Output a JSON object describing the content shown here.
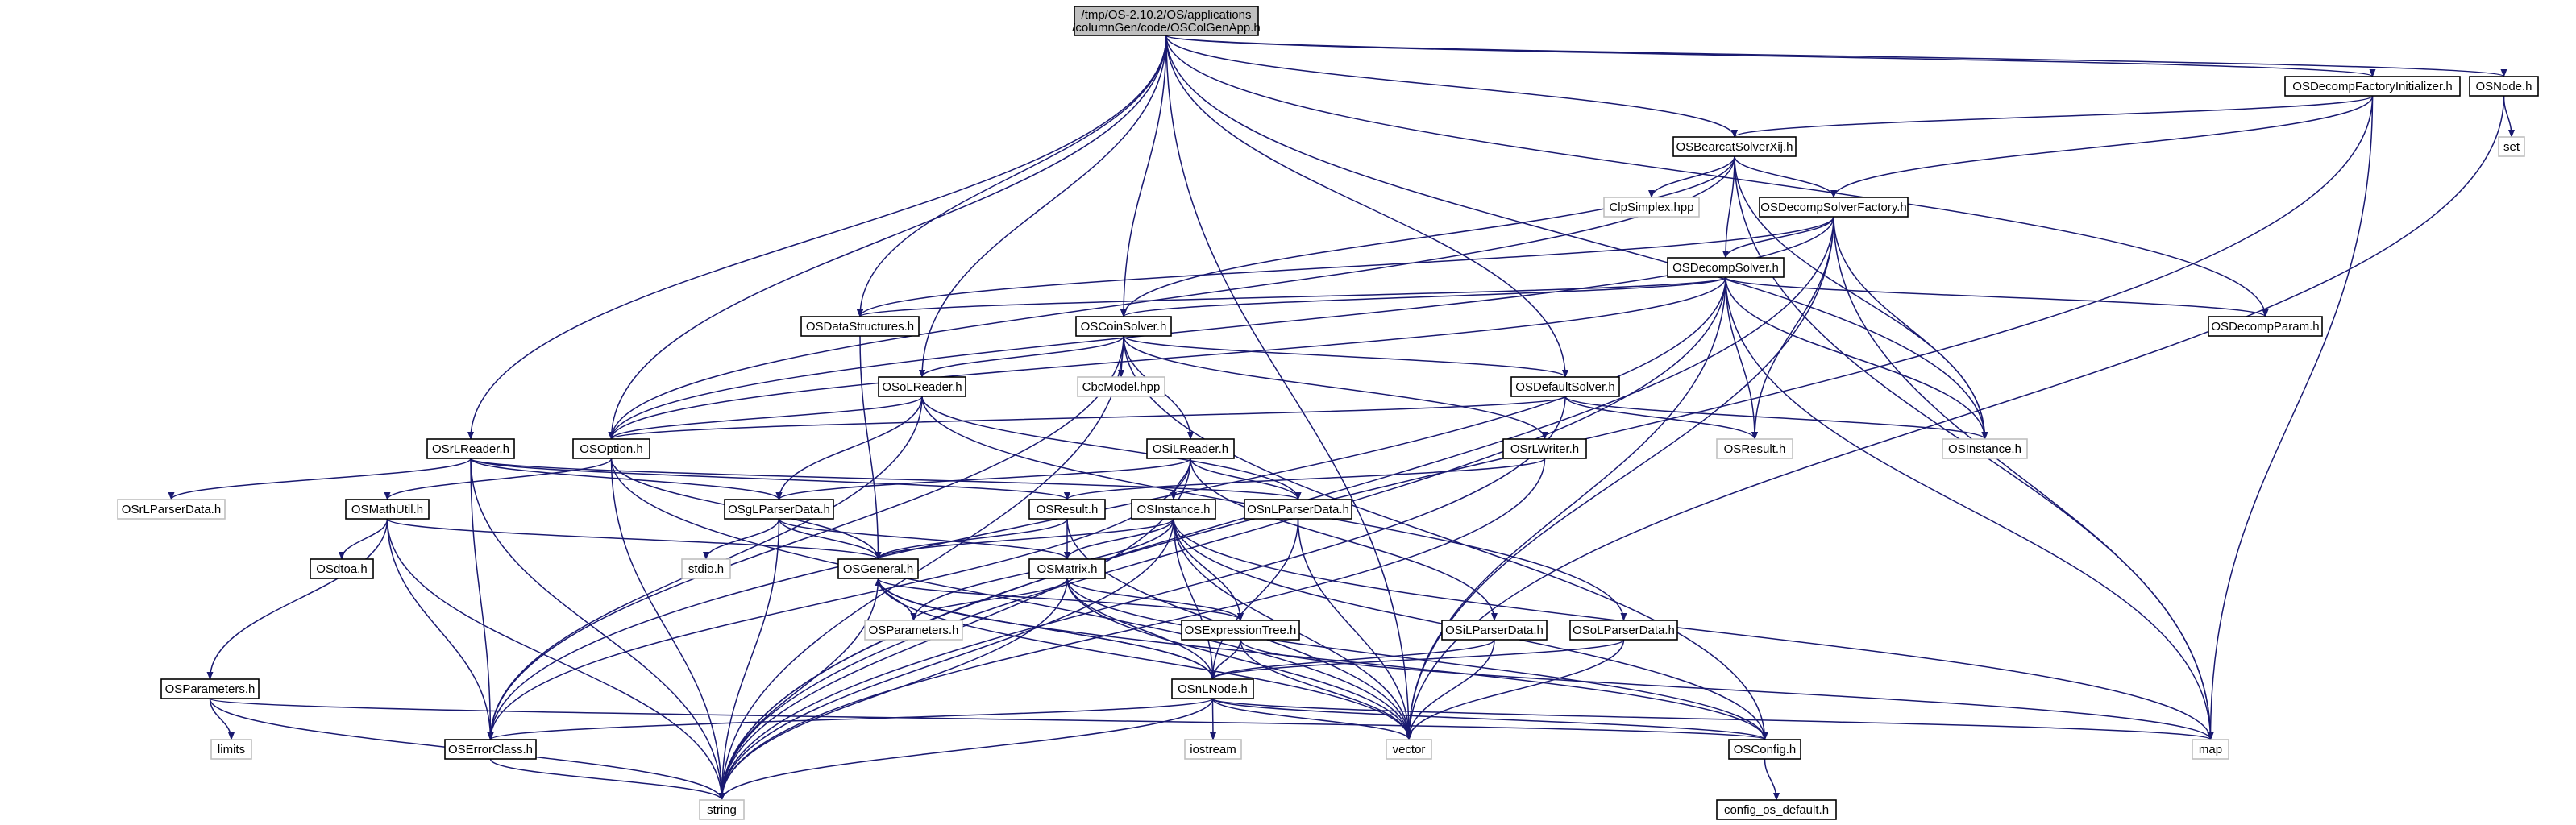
{
  "diagram": {
    "type": "include-dependency-graph",
    "colors": {
      "edge": "#191970",
      "root_fill": "#bfbfbf",
      "system_border": "#bfbfbf",
      "header_border": "#000000",
      "background": "#ffffff"
    },
    "root": "OSColGenApp.h",
    "nodes": [
      {
        "id": "OSColGenApp.h",
        "lines": [
          "/tmp/OS-2.10.2/OS/applications",
          "/columnGen/code/OSColGenApp.h"
        ],
        "kind": "root"
      },
      {
        "id": "OSDecompFactoryInitializer.h",
        "lines": [
          "OSDecompFactoryInitializer.h"
        ],
        "kind": "header"
      },
      {
        "id": "OSNode.h",
        "lines": [
          "OSNode.h"
        ],
        "kind": "header"
      },
      {
        "id": "OSBearcatSolverXij.h",
        "lines": [
          "OSBearcatSolverXij.h"
        ],
        "kind": "header"
      },
      {
        "id": "set",
        "lines": [
          "set"
        ],
        "kind": "system"
      },
      {
        "id": "ClpSimplex.hpp",
        "lines": [
          "ClpSimplex.hpp"
        ],
        "kind": "system"
      },
      {
        "id": "OSDecompSolverFactory.h",
        "lines": [
          "OSDecompSolverFactory.h"
        ],
        "kind": "header"
      },
      {
        "id": "OSDecompSolver.h",
        "lines": [
          "OSDecompSolver.h"
        ],
        "kind": "header"
      },
      {
        "id": "OSDataStructures.h",
        "lines": [
          "OSDataStructures.h"
        ],
        "kind": "header"
      },
      {
        "id": "OSCoinSolver.h",
        "lines": [
          "OSCoinSolver.h"
        ],
        "kind": "header"
      },
      {
        "id": "OSDecompParam.h",
        "lines": [
          "OSDecompParam.h"
        ],
        "kind": "header"
      },
      {
        "id": "OSoLReader.h",
        "lines": [
          "OSoLReader.h"
        ],
        "kind": "header"
      },
      {
        "id": "CbcModel.hpp",
        "lines": [
          "CbcModel.hpp"
        ],
        "kind": "system"
      },
      {
        "id": "OSDefaultSolver.h",
        "lines": [
          "OSDefaultSolver.h"
        ],
        "kind": "header"
      },
      {
        "id": "OSrLReader.h",
        "lines": [
          "OSrLReader.h"
        ],
        "kind": "header"
      },
      {
        "id": "OSOption.h",
        "lines": [
          "OSOption.h"
        ],
        "kind": "header"
      },
      {
        "id": "OSiLReader.h",
        "lines": [
          "OSiLReader.h"
        ],
        "kind": "header"
      },
      {
        "id": "OSrLWriter.h",
        "lines": [
          "OSrLWriter.h"
        ],
        "kind": "header"
      },
      {
        "id": "OSResult.h (right)",
        "lines": [
          "OSResult.h"
        ],
        "kind": "system"
      },
      {
        "id": "OSInstance.h (right)",
        "lines": [
          "OSInstance.h"
        ],
        "kind": "system"
      },
      {
        "id": "OSrLParserData.h",
        "lines": [
          "OSrLParserData.h"
        ],
        "kind": "system"
      },
      {
        "id": "OSMathUtil.h",
        "lines": [
          "OSMathUtil.h"
        ],
        "kind": "header"
      },
      {
        "id": "OSgLParserData.h",
        "lines": [
          "OSgLParserData.h"
        ],
        "kind": "header"
      },
      {
        "id": "OSResult.h",
        "lines": [
          "OSResult.h"
        ],
        "kind": "header"
      },
      {
        "id": "OSnLParserData.h",
        "lines": [
          "OSnLParserData.h"
        ],
        "kind": "header"
      },
      {
        "id": "OSInstance.h",
        "lines": [
          "OSInstance.h"
        ],
        "kind": "header"
      },
      {
        "id": "OSdtoa.h",
        "lines": [
          "OSdtoa.h"
        ],
        "kind": "header"
      },
      {
        "id": "stdio.h",
        "lines": [
          "stdio.h"
        ],
        "kind": "system"
      },
      {
        "id": "OSGeneral.h",
        "lines": [
          "OSGeneral.h"
        ],
        "kind": "header"
      },
      {
        "id": "OSMatrix.h",
        "lines": [
          "OSMatrix.h"
        ],
        "kind": "header"
      },
      {
        "id": "OSParameters.h (mid)",
        "lines": [
          "OSParameters.h"
        ],
        "kind": "system"
      },
      {
        "id": "OSiLParserData.h",
        "lines": [
          "OSiLParserData.h"
        ],
        "kind": "header"
      },
      {
        "id": "OSoLParserData.h",
        "lines": [
          "OSoLParserData.h"
        ],
        "kind": "header"
      },
      {
        "id": "OSExpressionTree.h",
        "lines": [
          "OSExpressionTree.h"
        ],
        "kind": "header"
      },
      {
        "id": "OSParameters.h",
        "lines": [
          "OSParameters.h"
        ],
        "kind": "header"
      },
      {
        "id": "OSnLNode.h",
        "lines": [
          "OSnLNode.h"
        ],
        "kind": "header"
      },
      {
        "id": "limits",
        "lines": [
          "limits"
        ],
        "kind": "system"
      },
      {
        "id": "OSErrorClass.h",
        "lines": [
          "OSErrorClass.h"
        ],
        "kind": "header"
      },
      {
        "id": "iostream",
        "lines": [
          "iostream"
        ],
        "kind": "system"
      },
      {
        "id": "vector",
        "lines": [
          "vector"
        ],
        "kind": "system"
      },
      {
        "id": "OSConfig.h",
        "lines": [
          "OSConfig.h"
        ],
        "kind": "header"
      },
      {
        "id": "map",
        "lines": [
          "map"
        ],
        "kind": "system"
      },
      {
        "id": "string",
        "lines": [
          "string"
        ],
        "kind": "system"
      },
      {
        "id": "config_os_default.h",
        "lines": [
          "config_os_default.h"
        ],
        "kind": "header"
      }
    ],
    "edges": [
      [
        "OSColGenApp.h",
        "OSDecompFactoryInitializer.h"
      ],
      [
        "OSColGenApp.h",
        "OSNode.h"
      ],
      [
        "OSColGenApp.h",
        "OSBearcatSolverXij.h"
      ],
      [
        "OSColGenApp.h",
        "OSDecompParam.h"
      ],
      [
        "OSColGenApp.h",
        "OSDataStructures.h"
      ],
      [
        "OSColGenApp.h",
        "OSCoinSolver.h"
      ],
      [
        "OSColGenApp.h",
        "OSoLReader.h"
      ],
      [
        "OSColGenApp.h",
        "OSDefaultSolver.h"
      ],
      [
        "OSColGenApp.h",
        "OSrLReader.h"
      ],
      [
        "OSColGenApp.h",
        "OSOption.h"
      ],
      [
        "OSColGenApp.h",
        "OSInstance.h (right)"
      ],
      [
        "OSColGenApp.h",
        "vector"
      ],
      [
        "OSDecompFactoryInitializer.h",
        "OSBearcatSolverXij.h"
      ],
      [
        "OSDecompFactoryInitializer.h",
        "OSDecompSolverFactory.h"
      ],
      [
        "OSDecompFactoryInitializer.h",
        "map"
      ],
      [
        "OSDecompFactoryInitializer.h",
        "string"
      ],
      [
        "OSNode.h",
        "set"
      ],
      [
        "OSNode.h",
        "vector"
      ],
      [
        "OSBearcatSolverXij.h",
        "ClpSimplex.hpp"
      ],
      [
        "OSBearcatSolverXij.h",
        "OSDecompSolverFactory.h"
      ],
      [
        "OSBearcatSolverXij.h",
        "OSDecompSolver.h"
      ],
      [
        "OSBearcatSolverXij.h",
        "OSOption.h"
      ],
      [
        "OSBearcatSolverXij.h",
        "OSCoinSolver.h"
      ],
      [
        "OSBearcatSolverXij.h",
        "OSInstance.h (right)"
      ],
      [
        "OSBearcatSolverXij.h",
        "map"
      ],
      [
        "OSDecompSolverFactory.h",
        "OSDecompSolver.h"
      ],
      [
        "OSDecompSolverFactory.h",
        "OSDataStructures.h"
      ],
      [
        "OSDecompSolverFactory.h",
        "OSOption.h"
      ],
      [
        "OSDecompSolverFactory.h",
        "OSResult.h (right)"
      ],
      [
        "OSDecompSolverFactory.h",
        "OSInstance.h (right)"
      ],
      [
        "OSDecompSolverFactory.h",
        "vector"
      ],
      [
        "OSDecompSolverFactory.h",
        "map"
      ],
      [
        "OSDecompSolverFactory.h",
        "string"
      ],
      [
        "OSDecompSolver.h",
        "OSDataStructures.h"
      ],
      [
        "OSDecompSolver.h",
        "OSCoinSolver.h"
      ],
      [
        "OSDecompSolver.h",
        "OSDecompParam.h"
      ],
      [
        "OSDecompSolver.h",
        "OSOption.h"
      ],
      [
        "OSDecompSolver.h",
        "OSErrorClass.h"
      ],
      [
        "OSDecompSolver.h",
        "OSResult.h (right)"
      ],
      [
        "OSDecompSolver.h",
        "OSInstance.h (right)"
      ],
      [
        "OSDecompSolver.h",
        "vector"
      ],
      [
        "OSDecompSolver.h",
        "map"
      ],
      [
        "OSDecompSolver.h",
        "string"
      ],
      [
        "OSDataStructures.h",
        "OSGeneral.h"
      ],
      [
        "OSCoinSolver.h",
        "OSoLReader.h"
      ],
      [
        "OSCoinSolver.h",
        "CbcModel.hpp"
      ],
      [
        "OSCoinSolver.h",
        "OSDefaultSolver.h"
      ],
      [
        "OSCoinSolver.h",
        "OSiLReader.h"
      ],
      [
        "OSCoinSolver.h",
        "OSrLWriter.h"
      ],
      [
        "OSCoinSolver.h",
        "OSErrorClass.h"
      ],
      [
        "OSCoinSolver.h",
        "OSConfig.h"
      ],
      [
        "OSCoinSolver.h",
        "string"
      ],
      [
        "OSoLReader.h",
        "OSOption.h"
      ],
      [
        "OSoLReader.h",
        "OSgLParserData.h"
      ],
      [
        "OSoLReader.h",
        "OSoLParserData.h"
      ],
      [
        "OSoLReader.h",
        "OSnLParserData.h"
      ],
      [
        "OSoLReader.h",
        "OSErrorClass.h"
      ],
      [
        "OSDefaultSolver.h",
        "OSOption.h"
      ],
      [
        "OSDefaultSolver.h",
        "OSResult.h (right)"
      ],
      [
        "OSDefaultSolver.h",
        "OSInstance.h (right)"
      ],
      [
        "OSDefaultSolver.h",
        "string"
      ],
      [
        "OSrLReader.h",
        "OSrLParserData.h"
      ],
      [
        "OSrLReader.h",
        "OSgLParserData.h"
      ],
      [
        "OSrLReader.h",
        "OSnLParserData.h"
      ],
      [
        "OSrLReader.h",
        "OSErrorClass.h"
      ],
      [
        "OSrLReader.h",
        "OSResult.h"
      ],
      [
        "OSrLReader.h",
        "string"
      ],
      [
        "OSOption.h",
        "OSMathUtil.h"
      ],
      [
        "OSOption.h",
        "OSGeneral.h"
      ],
      [
        "OSOption.h",
        "vector"
      ],
      [
        "OSOption.h",
        "string"
      ],
      [
        "OSiLReader.h",
        "OSgLParserData.h"
      ],
      [
        "OSiLReader.h",
        "OSInstance.h"
      ],
      [
        "OSiLReader.h",
        "OSiLParserData.h"
      ],
      [
        "OSiLReader.h",
        "OSnLParserData.h"
      ],
      [
        "OSiLReader.h",
        "OSErrorClass.h"
      ],
      [
        "OSiLReader.h",
        "string"
      ],
      [
        "OSrLWriter.h",
        "OSResult.h"
      ],
      [
        "OSrLWriter.h",
        "string"
      ],
      [
        "OSMathUtil.h",
        "OSdtoa.h"
      ],
      [
        "OSMathUtil.h",
        "OSParameters.h"
      ],
      [
        "OSMathUtil.h",
        "OSGeneral.h"
      ],
      [
        "OSMathUtil.h",
        "OSErrorClass.h"
      ],
      [
        "OSMathUtil.h",
        "string"
      ],
      [
        "OSgLParserData.h",
        "stdio.h"
      ],
      [
        "OSgLParserData.h",
        "OSGeneral.h"
      ],
      [
        "OSgLParserData.h",
        "OSMatrix.h"
      ],
      [
        "OSgLParserData.h",
        "string"
      ],
      [
        "OSResult.h",
        "OSGeneral.h"
      ],
      [
        "OSResult.h",
        "OSMatrix.h"
      ],
      [
        "OSResult.h",
        "vector"
      ],
      [
        "OSnLParserData.h",
        "OSnLNode.h"
      ],
      [
        "OSnLParserData.h",
        "vector"
      ],
      [
        "OSInstance.h",
        "OSGeneral.h"
      ],
      [
        "OSInstance.h",
        "OSMatrix.h"
      ],
      [
        "OSInstance.h",
        "OSParameters.h (mid)"
      ],
      [
        "OSInstance.h",
        "OSExpressionTree.h"
      ],
      [
        "OSInstance.h",
        "OSnLNode.h"
      ],
      [
        "OSInstance.h",
        "OSConfig.h"
      ],
      [
        "OSInstance.h",
        "vector"
      ],
      [
        "OSInstance.h",
        "map"
      ],
      [
        "OSInstance.h",
        "string"
      ],
      [
        "OSGeneral.h",
        "OSParameters.h (mid)"
      ],
      [
        "OSGeneral.h",
        "OSExpressionTree.h"
      ],
      [
        "OSGeneral.h",
        "OSnLNode.h"
      ],
      [
        "OSGeneral.h",
        "OSConfig.h"
      ],
      [
        "OSGeneral.h",
        "vector"
      ],
      [
        "OSGeneral.h",
        "string"
      ],
      [
        "OSMatrix.h",
        "OSParameters.h (mid)"
      ],
      [
        "OSMatrix.h",
        "OSExpressionTree.h"
      ],
      [
        "OSMatrix.h",
        "OSnLNode.h"
      ],
      [
        "OSMatrix.h",
        "OSConfig.h"
      ],
      [
        "OSMatrix.h",
        "vector"
      ],
      [
        "OSMatrix.h",
        "string"
      ],
      [
        "OSiLParserData.h",
        "OSnLNode.h"
      ],
      [
        "OSiLParserData.h",
        "vector"
      ],
      [
        "OSoLParserData.h",
        "OSnLNode.h"
      ],
      [
        "OSoLParserData.h",
        "vector"
      ],
      [
        "OSExpressionTree.h",
        "OSnLNode.h"
      ],
      [
        "OSExpressionTree.h",
        "vector"
      ],
      [
        "OSExpressionTree.h",
        "map"
      ],
      [
        "OSParameters.h",
        "limits"
      ],
      [
        "OSParameters.h",
        "OSConfig.h"
      ],
      [
        "OSParameters.h",
        "string"
      ],
      [
        "OSnLNode.h",
        "OSGeneral.h"
      ],
      [
        "OSnLNode.h",
        "iostream"
      ],
      [
        "OSnLNode.h",
        "OSErrorClass.h"
      ],
      [
        "OSnLNode.h",
        "vector"
      ],
      [
        "OSnLNode.h",
        "OSConfig.h"
      ],
      [
        "OSnLNode.h",
        "map"
      ],
      [
        "OSnLNode.h",
        "string"
      ],
      [
        "OSErrorClass.h",
        "string"
      ],
      [
        "OSConfig.h",
        "config_os_default.h"
      ]
    ]
  }
}
